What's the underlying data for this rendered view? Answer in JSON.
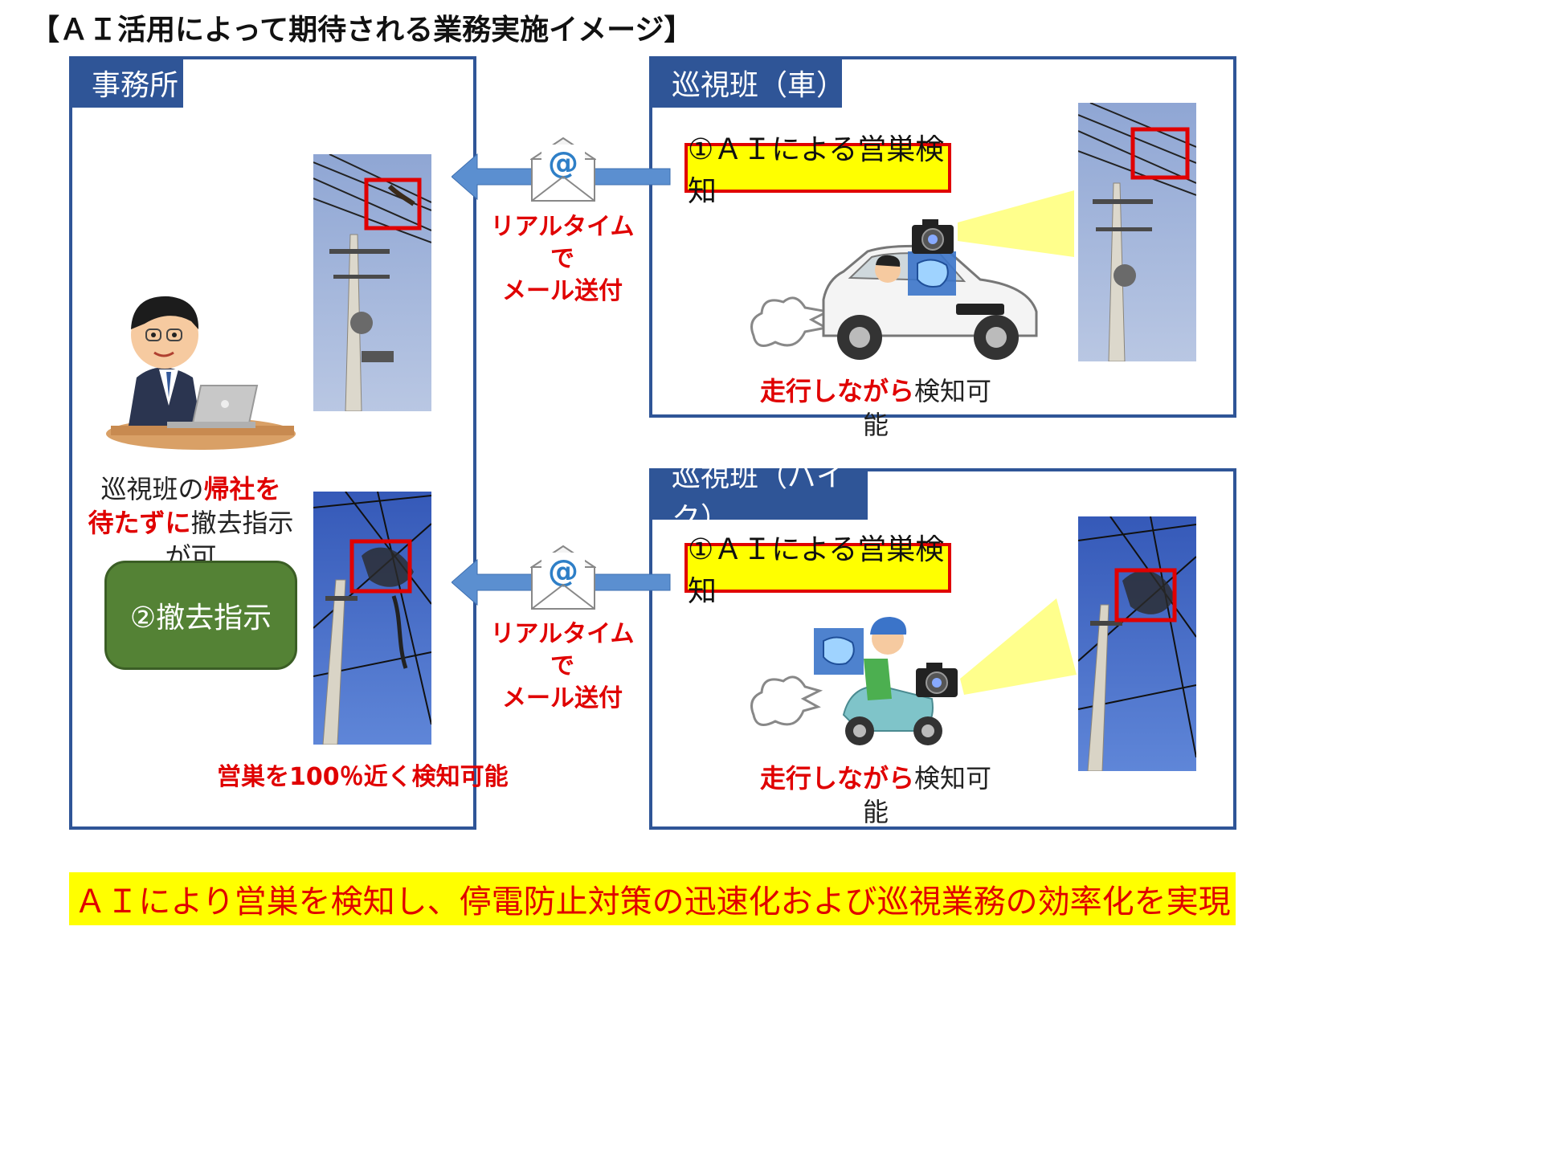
{
  "title": "【ＡＩ活用によって期待される業務実施イメージ】",
  "office": {
    "tab": "事務所",
    "caption": {
      "line1_a": "巡視班の",
      "line1_b": "帰社を",
      "line2_a": "待たずに",
      "line2_b": "撤去指示が可"
    },
    "remove_button": "②撤去指示",
    "accuracy_note": "営巣を100％近く検知可能"
  },
  "car_team": {
    "tab": "巡視班（車）",
    "detect_label": "①ＡＩによる営巣検知",
    "caption_a": "走行しながら",
    "caption_b": "検知可能"
  },
  "bike_team": {
    "tab": "巡視班（バイク）",
    "detect_label": "①ＡＩによる営巣検知",
    "caption_a": "走行しながら",
    "caption_b": "検知可能"
  },
  "mail": {
    "line1": "リアルタイムで",
    "line2": "メール送付"
  },
  "banner": "ＡＩにより営巣を検知し、停電防止対策の迅速化および巡視業務の効率化を実現",
  "colors": {
    "panel_border": "#2f5597",
    "highlight_red": "#e00000",
    "highlight_yellow": "#ffff00",
    "button_green": "#548235",
    "arrow_blue": "#5b8fd0"
  },
  "icons": [
    "mail-envelope-icon",
    "camera-icon",
    "ai-brain-icon",
    "exhaust-cloud-icon",
    "arrow-left-icon"
  ]
}
